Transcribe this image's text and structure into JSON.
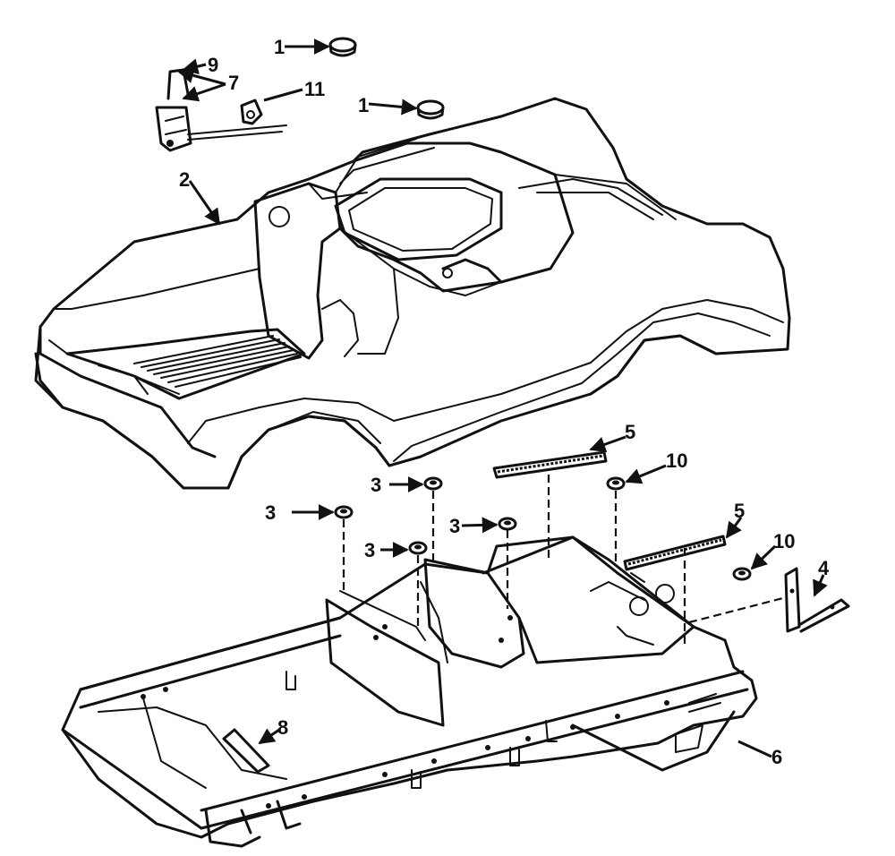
{
  "callouts": {
    "c1a": "1",
    "c1b": "1",
    "c2": "2",
    "c3a": "3",
    "c3b": "3",
    "c3c": "3",
    "c3d": "3",
    "c4": "4",
    "c5a": "5",
    "c5b": "5",
    "c6": "6",
    "c7": "7",
    "c8": "8",
    "c9": "9",
    "c10a": "10",
    "c10b": "10",
    "c11": "11"
  }
}
